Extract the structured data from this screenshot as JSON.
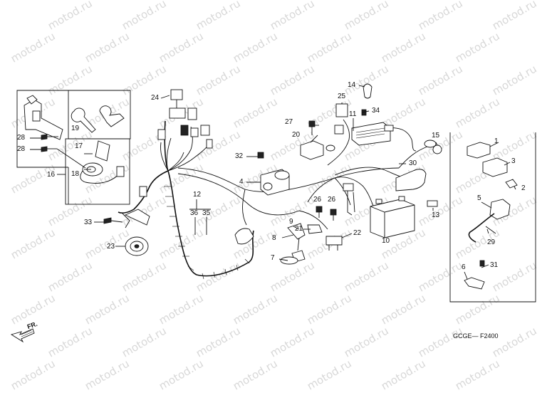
{
  "watermark": "motod.ru",
  "diagram_code": "GCGE— F2400",
  "front_indicator": "FR.",
  "callouts": {
    "c1": "1",
    "c2": "2",
    "c3": "3",
    "c4": "4",
    "c5": "5",
    "c6": "6",
    "c7": "7",
    "c8": "8",
    "c9": "9",
    "c10": "10",
    "c11": "11",
    "c12": "12",
    "c13": "13",
    "c14": "14",
    "c15": "15",
    "c16": "16",
    "c17": "17",
    "c18": "18",
    "c19": "19",
    "c20": "20",
    "c21": "21",
    "c22": "22",
    "c23": "23",
    "c24": "24",
    "c25": "25",
    "c26a": "26",
    "c26b": "26",
    "c27": "27",
    "c28a": "28",
    "c28b": "28",
    "c29": "29",
    "c30": "30",
    "c31": "31",
    "c32": "32",
    "c33": "33",
    "c34": "34",
    "c35": "35",
    "c36": "36"
  }
}
